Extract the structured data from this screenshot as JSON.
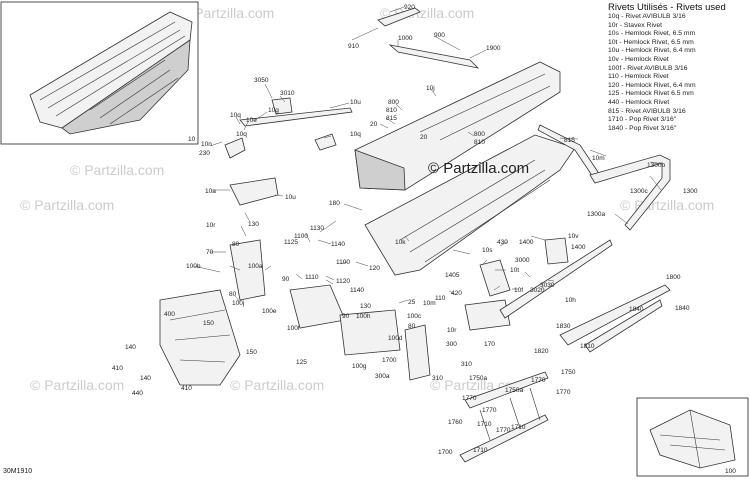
{
  "figure_id": "30M1910",
  "watermark": "© Partzilla.com",
  "legend": {
    "title": "Rivets Utilisés - Rivets used",
    "items": [
      "10q - Rivet AVIBULB 3/16",
      "10r - Stavex Rivet",
      "10s - Hemlock Rivet, 6.5 mm",
      "10t - Hemlock Rivet, 6.5 mm",
      "10u - Hemlock Rivet, 6.4 mm",
      "10v - Hemlock Rivet",
      "100f - Rivet AVIBULB 3/16",
      "110 - Hemlock Rivet",
      "120 - Hemlock Rivet, 6.4 mm",
      "125 - Hemlock Rivet 6.5 mm",
      "440 - Hemlock Rivet",
      "815 - Rivet AVIBULB 3/16",
      "1710 - Pop Rivet 3/16\"",
      "1840 - Pop Rivet 3/16\""
    ]
  },
  "callouts": {
    "c920": "920",
    "c910": "910",
    "c1000": "1000",
    "c900": "900",
    "c1900": "1900",
    "c10j": "10j",
    "c800a": "800",
    "c810": "810",
    "c815a": "815",
    "c20a": "20",
    "c20b": "20",
    "c815b": "815",
    "c800b": "800",
    "c810b": "810",
    "c10m": "10m",
    "c1300b": "1300b",
    "c1300c": "1300c",
    "c1300": "1300",
    "c1300a": "1300a",
    "c3050": "3050",
    "c3010": "3010",
    "c10q1": "10q",
    "c10g": "10g",
    "c10u1": "10u",
    "c10e": "10e",
    "c10q2": "10q",
    "c10n": "10n",
    "c10": "10",
    "c230": "230",
    "c10a": "10a",
    "c10u2": "10u",
    "c180": "180",
    "c10r": "10r",
    "c130a": "130",
    "c1130": "1130",
    "c1125": "1125",
    "c1100a": "1100",
    "c1140a": "1140",
    "c10k": "10k",
    "c10s": "10s",
    "c430": "430",
    "c1400a": "1400",
    "c10v": "10v",
    "c1400b": "1400",
    "c80a": "80",
    "c70": "70",
    "c100b": "100b",
    "c100a": "100a",
    "c90a": "90",
    "c1110": "1110",
    "c1100b": "1100",
    "c120": "120",
    "c3000": "3000",
    "c1405": "1405",
    "c10t": "10t",
    "c3030": "3030",
    "c1120": "1120",
    "c420": "420",
    "c10f": "10f",
    "c3020": "3020",
    "c80b": "80",
    "c100j": "100j",
    "c1140b": "1140",
    "c25": "25",
    "c10m2": "10m",
    "c110": "110",
    "c10h": "10h",
    "c1800": "1800",
    "c1840a": "1840",
    "c1840b": "1840",
    "c400": "400",
    "c150a": "150",
    "c100e": "100e",
    "c130b": "130",
    "c100h": "100h",
    "c100c": "100c",
    "c100f": "100f",
    "c90b": "90",
    "c80c": "80",
    "c100d": "100d",
    "c170": "170",
    "c10r2": "10r",
    "c1830": "1830",
    "c1820": "1820",
    "c1810": "1810",
    "c140a": "140",
    "c410a": "410",
    "c150b": "150",
    "c125": "125",
    "c100g": "100g",
    "c1700": "1700",
    "c300": "300",
    "c310a": "310",
    "c300a": "300a",
    "c310b": "310",
    "c140b": "140",
    "c410b": "410",
    "c440": "440",
    "c1750a": "1750a",
    "c1770a": "1770",
    "c1750": "1750",
    "c1750a2": "1750a",
    "c1770b": "1770",
    "c1770c": "1770",
    "c1770d": "1770",
    "c1760": "1760",
    "c1710a": "1710",
    "c1770e": "1770",
    "c1710b": "1710",
    "c1700b": "1700",
    "c1710c": "1710",
    "c100": "100"
  }
}
